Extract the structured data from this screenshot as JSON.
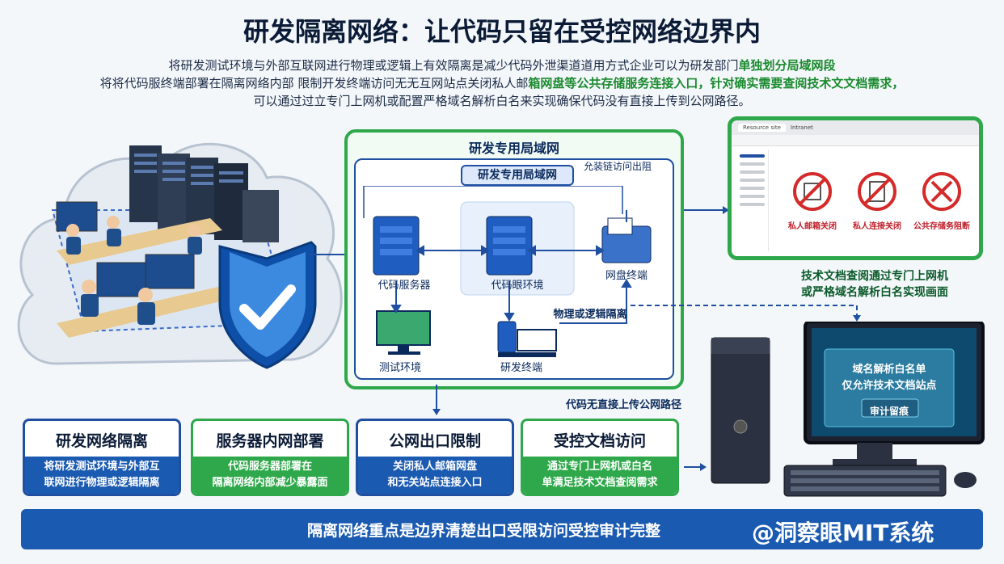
{
  "title": "研发隔离网络：让代码只留在受控网络边界内",
  "intro": {
    "line1_a": "将研发测试环境与外部互联网进行物理或逻辑上有效隔离是减少代码外泄渠道道用方式企业可以为研发部门",
    "line1_b": "单独划分局域网段",
    "line2_a": "将将代码服终端部署在隔离网络内部 限制开发终端访问无无互网站点关闭私人邮",
    "line2_b": "箱网盘等公共存储服务连接入口，针对确实需要查阅技术文文档需求，",
    "line3": "可以通过过立专门上网机或配置严格域名解析白名来实现确保代码没有直接上传到公网路径。"
  },
  "lan": {
    "outer_title": "研发专用局域网",
    "inner_pill": "研发专用局域网",
    "note": "允装链访问出阻",
    "nodes": {
      "code_server": "代码服务器",
      "code_env": "代码眼环境",
      "disk_terminal": "网盘终端",
      "test_env": "测试环境",
      "dev_terminal": "研发终端"
    },
    "isolation_label": "物理或逻辑隔离"
  },
  "browser": {
    "tab1": "Resource site",
    "tab2": "Intranet",
    "blocks": [
      "私人邮箱关闭",
      "私人连接关闭",
      "公共存储务阻断"
    ]
  },
  "browser_caption": [
    "技术文档查阅通过专门上网机",
    "或严格域名解析白名实现画面"
  ],
  "no_upload_label": "代码无直接上传公网路径",
  "monitor": {
    "title_line1": "域名解析白名单",
    "title_line2": "仅允许技术文档站点",
    "button": "审计留痕"
  },
  "cards": [
    {
      "title": "研发网络隔离",
      "body1": "将研发测试环境与外部互",
      "body2": "联网进行物理或逻辑隔离"
    },
    {
      "title": "服务器内网部署",
      "body1": "代码服务器部署在",
      "body2": "隔离网络内部减少暴露面"
    },
    {
      "title": "公网出口限制",
      "body1": "关闭私人邮箱网盘",
      "body2": "和无关站点连接入口"
    },
    {
      "title": "受控文档访问",
      "body1": "通过专门上网机或白名",
      "body2": "单满足技术文档查阅需求"
    }
  ],
  "bottom": "隔离网络重点是边界清楚出口受限访问受控审计完整",
  "watermark": "@洞察眼MIT系统",
  "colors": {
    "green": "#2ea84a",
    "blue": "#1a5ab0",
    "navy": "#0b2a5c",
    "red": "#c0202a"
  }
}
